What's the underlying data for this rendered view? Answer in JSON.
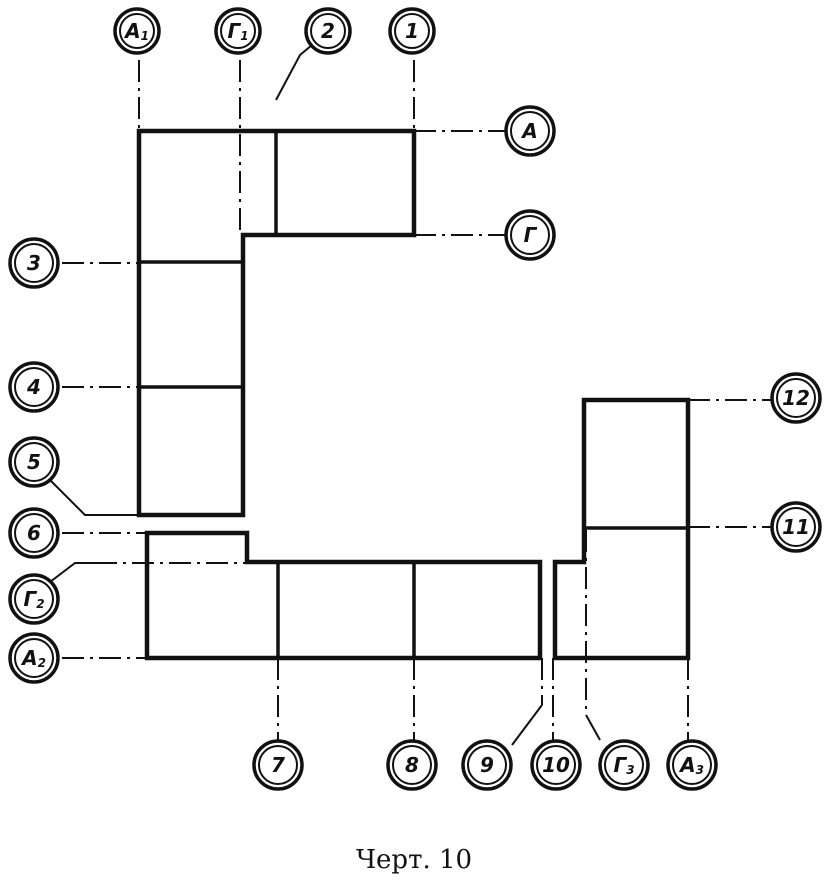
{
  "caption": "Черт. 10",
  "axis_labels": {
    "A1": {
      "main": "А",
      "sub": "1"
    },
    "G1": {
      "main": "Г",
      "sub": "1"
    },
    "n2": {
      "main": "2",
      "sub": ""
    },
    "n1": {
      "main": "1",
      "sub": ""
    },
    "A": {
      "main": "А",
      "sub": ""
    },
    "G": {
      "main": "Г",
      "sub": ""
    },
    "n3": {
      "main": "3",
      "sub": ""
    },
    "n4": {
      "main": "4",
      "sub": ""
    },
    "n5": {
      "main": "5",
      "sub": ""
    },
    "n6": {
      "main": "6",
      "sub": ""
    },
    "G2": {
      "main": "Г",
      "sub": "2"
    },
    "A2": {
      "main": "А",
      "sub": "2"
    },
    "n7": {
      "main": "7",
      "sub": ""
    },
    "n8": {
      "main": "8",
      "sub": ""
    },
    "n9": {
      "main": "9",
      "sub": ""
    },
    "n10": {
      "main": "10",
      "sub": ""
    },
    "G3": {
      "main": "Г",
      "sub": "3"
    },
    "A3": {
      "main": "А",
      "sub": "3"
    },
    "n11": {
      "main": "11",
      "sub": ""
    },
    "n12": {
      "main": "12",
      "sub": ""
    }
  }
}
